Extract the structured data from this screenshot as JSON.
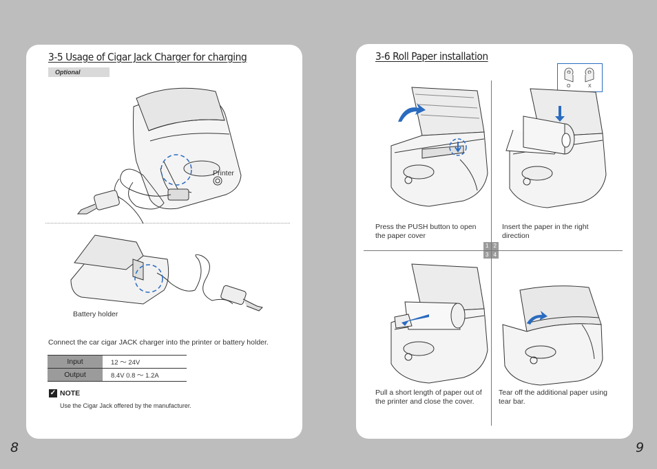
{
  "left": {
    "title": "3-5 Usage of Cigar Jack Charger for charging",
    "optional": "Optional",
    "printer_label": "Printer",
    "battery_label": "Battery holder",
    "instruction": "Connect the car cigar JACK charger into the printer or battery holder.",
    "specs": [
      {
        "key": "Input",
        "value": "12 ～ 24V"
      },
      {
        "key": "Output",
        "value": "8.4V   0.8 ～ 1.2A"
      }
    ],
    "note_title": "NOTE",
    "note_body": "Use the Cigar Jack offered by the manufacturer.",
    "page_number": "8"
  },
  "right": {
    "title": "3-6 Roll Paper installation",
    "ox": {
      "o": "O",
      "x": "X"
    },
    "steps": [
      {
        "num": "1",
        "caption": "Press the PUSH button to open the paper cover"
      },
      {
        "num": "2",
        "caption": "Insert the paper in the right direction"
      },
      {
        "num": "3",
        "caption": "Pull a short length of paper out of the printer and close the cover."
      },
      {
        "num": "4",
        "caption": "Tear off the additional paper using tear bar."
      }
    ],
    "page_number": "9"
  },
  "colors": {
    "background": "#bdbdbd",
    "panel": "#ffffff",
    "accent": "#2a6bc0",
    "table_key": "#9b9b9b"
  }
}
